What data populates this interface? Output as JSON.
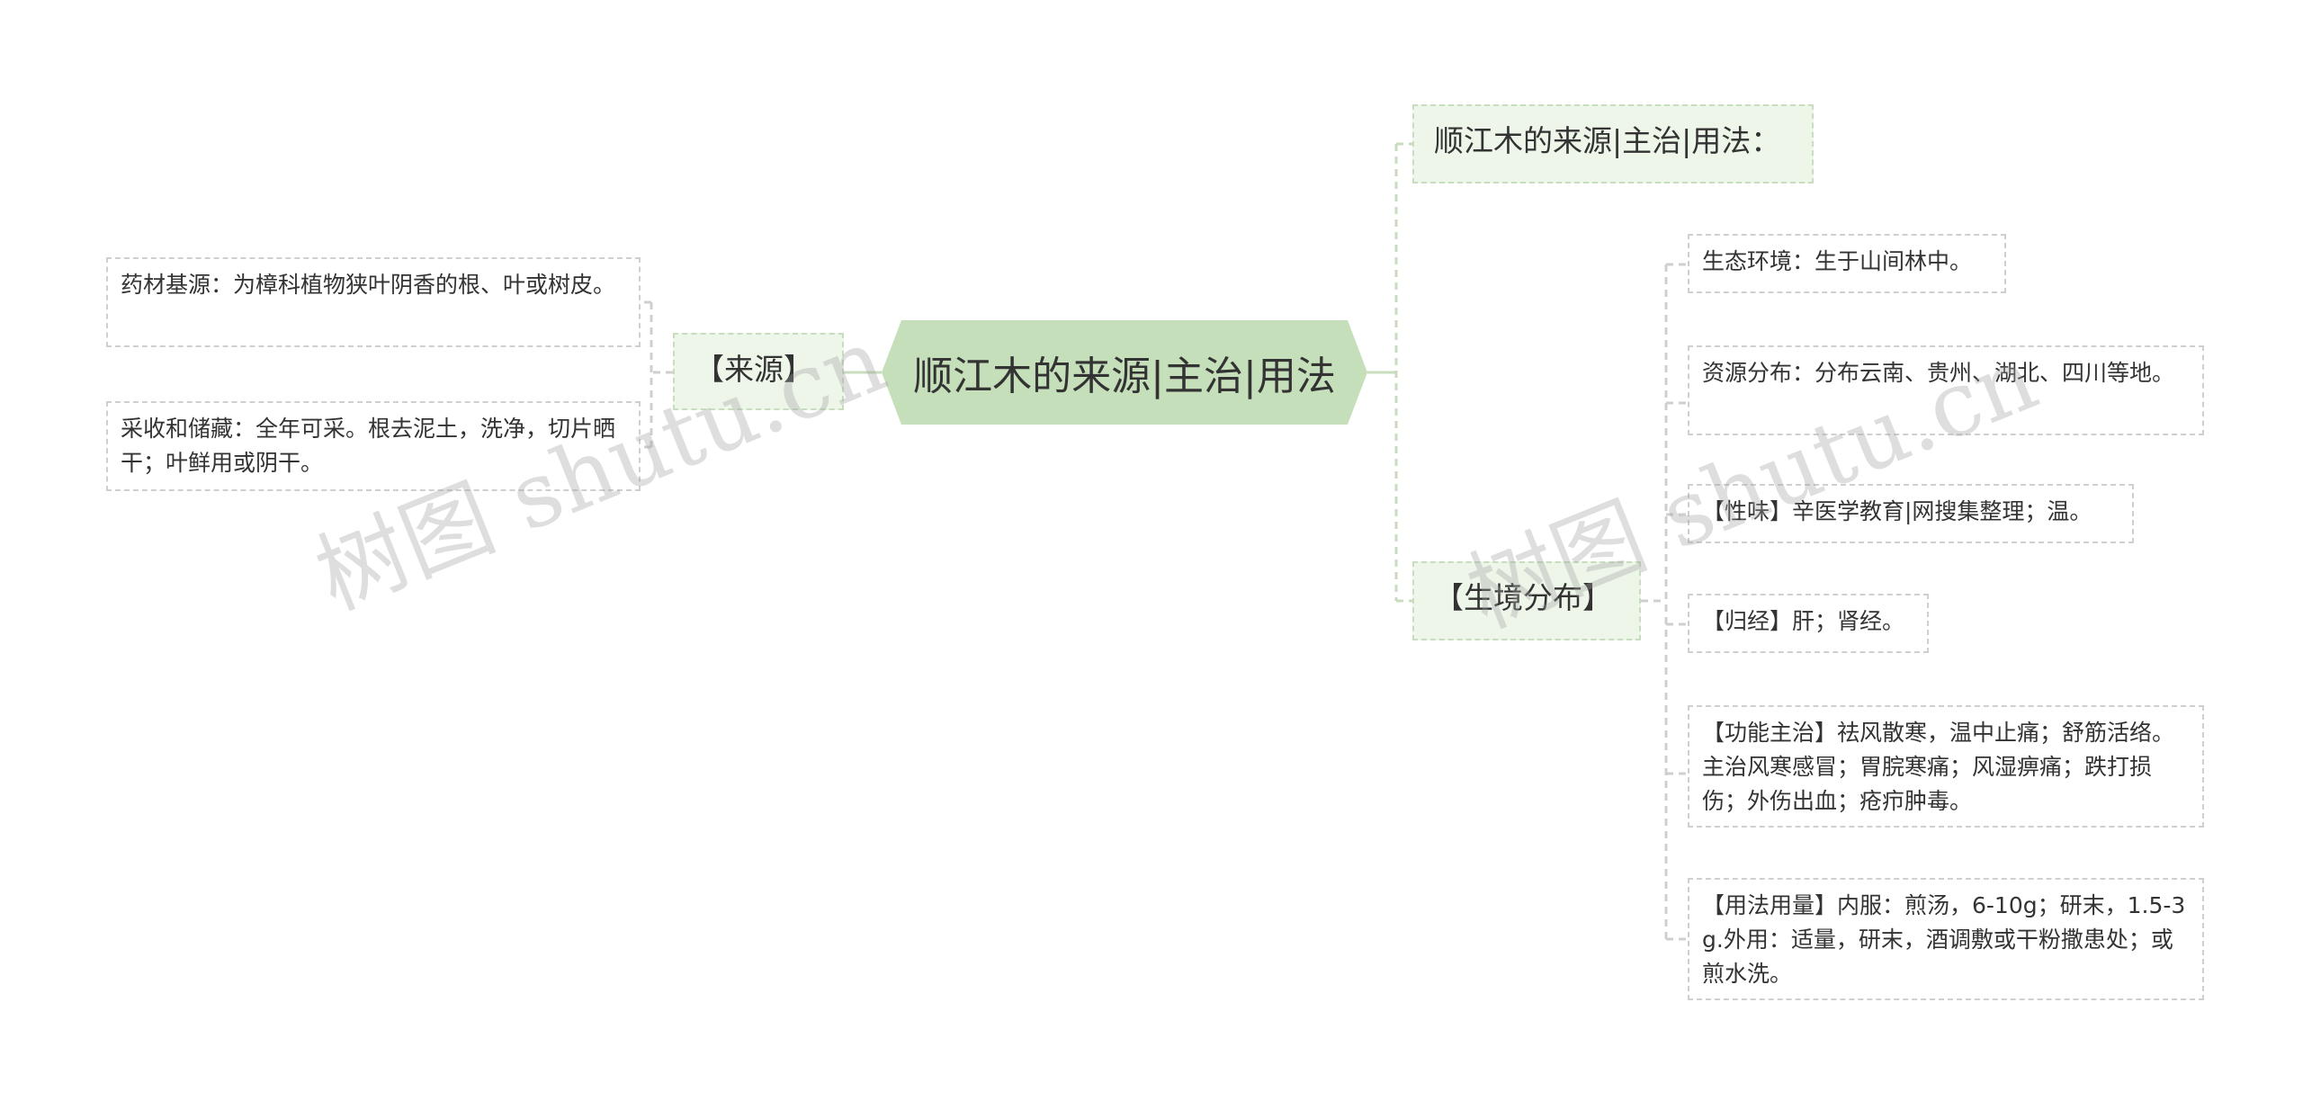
{
  "root": {
    "label": "顺江木的来源|主治|用法"
  },
  "left_branch": {
    "label": "【来源】",
    "items": [
      "药材基源：为樟科植物狭叶阴香的根、叶或树皮。",
      "采收和储藏：全年可采。根去泥土，洗净，切片晒干；叶鲜用或阴干。"
    ]
  },
  "right_top": {
    "label": "顺江木的来源|主治|用法："
  },
  "right_branch": {
    "label": "【生境分布】",
    "items": [
      "生态环境：生于山间林中。",
      "资源分布：分布云南、贵州、湖北、四川等地。",
      "【性味】辛医学教育|网搜集整理；温。",
      "【归经】肝；肾经。",
      "【功能主治】祛风散寒，温中止痛；舒筋活络。主治风寒感冒；胃脘寒痛；风湿痹痛；跌打损伤；外伤出血；疮疖肿毒。",
      "【用法用量】内服：煎汤，6-10g；研末，1.5-3g.外用：适量，研末，酒调敷或干粉撒患处；或煎水洗。"
    ]
  },
  "watermark": "树图 shutu.cn",
  "colors": {
    "root_fill": "#c5dfba",
    "branch_fill": "#eef6ea",
    "connector": "#c8dcbf",
    "leaf_border": "#cfcfcf"
  }
}
